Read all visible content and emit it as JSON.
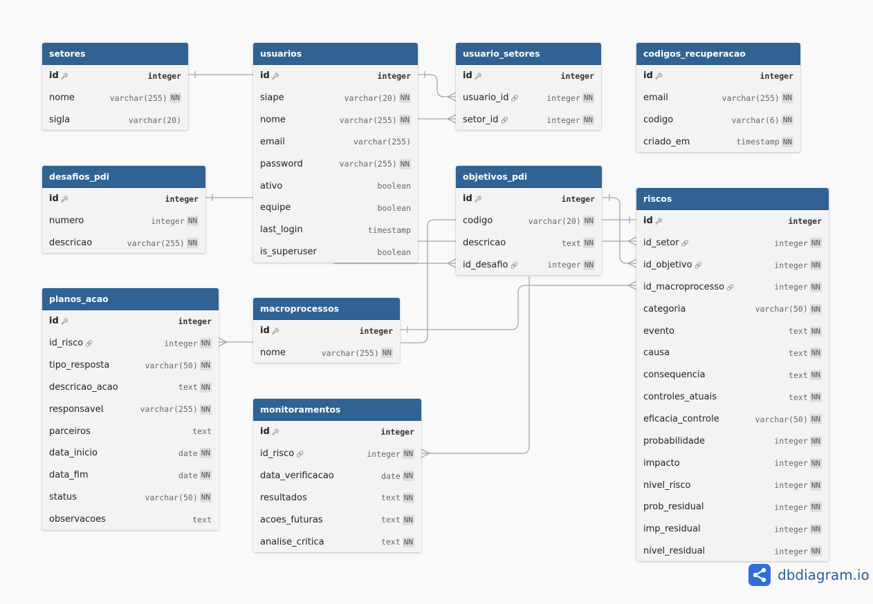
{
  "tables": {
    "setores": {
      "name": "setores",
      "columns": [
        {
          "name": "id",
          "type": "integer",
          "pk": true
        },
        {
          "name": "nome",
          "type": "varchar(255)",
          "nn": true
        },
        {
          "name": "sigla",
          "type": "varchar(20)"
        }
      ]
    },
    "usuarios": {
      "name": "usuarios",
      "columns": [
        {
          "name": "id",
          "type": "integer",
          "pk": true
        },
        {
          "name": "siape",
          "type": "varchar(20)",
          "nn": true
        },
        {
          "name": "nome",
          "type": "varchar(255)",
          "nn": true
        },
        {
          "name": "email",
          "type": "varchar(255)"
        },
        {
          "name": "password",
          "type": "varchar(255)",
          "nn": true
        },
        {
          "name": "ativo",
          "type": "boolean"
        },
        {
          "name": "equipe",
          "type": "boolean"
        },
        {
          "name": "last_login",
          "type": "timestamp"
        },
        {
          "name": "is_superuser",
          "type": "boolean"
        }
      ]
    },
    "usuario_setores": {
      "name": "usuario_setores",
      "columns": [
        {
          "name": "id",
          "type": "integer",
          "pk": true
        },
        {
          "name": "usuario_id",
          "type": "integer",
          "nn": true,
          "fk": true
        },
        {
          "name": "setor_id",
          "type": "integer",
          "nn": true,
          "fk": true
        }
      ]
    },
    "codigos_recuperacao": {
      "name": "codigos_recuperacao",
      "columns": [
        {
          "name": "id",
          "type": "integer",
          "pk": true
        },
        {
          "name": "email",
          "type": "varchar(255)",
          "nn": true
        },
        {
          "name": "codigo",
          "type": "varchar(6)",
          "nn": true
        },
        {
          "name": "criado_em",
          "type": "timestamp",
          "nn": true
        }
      ]
    },
    "desafios_pdi": {
      "name": "desafios_pdi",
      "columns": [
        {
          "name": "id",
          "type": "integer",
          "pk": true
        },
        {
          "name": "numero",
          "type": "integer",
          "nn": true
        },
        {
          "name": "descricao",
          "type": "varchar(255)",
          "nn": true
        }
      ]
    },
    "objetivos_pdi": {
      "name": "objetivos_pdi",
      "columns": [
        {
          "name": "id",
          "type": "integer",
          "pk": true
        },
        {
          "name": "codigo",
          "type": "varchar(20)",
          "nn": true
        },
        {
          "name": "descricao",
          "type": "text",
          "nn": true
        },
        {
          "name": "id_desafio",
          "type": "integer",
          "nn": true,
          "fk": true
        }
      ]
    },
    "riscos": {
      "name": "riscos",
      "columns": [
        {
          "name": "id",
          "type": "integer",
          "pk": true
        },
        {
          "name": "id_setor",
          "type": "integer",
          "nn": true,
          "fk": true
        },
        {
          "name": "id_objetivo",
          "type": "integer",
          "nn": true,
          "fk": true
        },
        {
          "name": "id_macroprocesso",
          "type": "integer",
          "nn": true,
          "fk": true
        },
        {
          "name": "categoria",
          "type": "varchar(50)",
          "nn": true
        },
        {
          "name": "evento",
          "type": "text",
          "nn": true
        },
        {
          "name": "causa",
          "type": "text",
          "nn": true
        },
        {
          "name": "consequencia",
          "type": "text",
          "nn": true
        },
        {
          "name": "controles_atuais",
          "type": "text",
          "nn": true
        },
        {
          "name": "eficacia_controle",
          "type": "varchar(50)",
          "nn": true
        },
        {
          "name": "probabilidade",
          "type": "integer",
          "nn": true
        },
        {
          "name": "impacto",
          "type": "integer",
          "nn": true
        },
        {
          "name": "nivel_risco",
          "type": "integer",
          "nn": true
        },
        {
          "name": "prob_residual",
          "type": "integer",
          "nn": true
        },
        {
          "name": "imp_residual",
          "type": "integer",
          "nn": true
        },
        {
          "name": "nivel_residual",
          "type": "integer",
          "nn": true
        }
      ]
    },
    "planos_acao": {
      "name": "planos_acao",
      "columns": [
        {
          "name": "id",
          "type": "integer",
          "pk": true
        },
        {
          "name": "id_risco",
          "type": "integer",
          "nn": true,
          "fk": true
        },
        {
          "name": "tipo_resposta",
          "type": "varchar(50)",
          "nn": true
        },
        {
          "name": "descricao_acao",
          "type": "text",
          "nn": true
        },
        {
          "name": "responsavel",
          "type": "varchar(255)",
          "nn": true
        },
        {
          "name": "parceiros",
          "type": "text"
        },
        {
          "name": "data_inicio",
          "type": "date",
          "nn": true
        },
        {
          "name": "data_fim",
          "type": "date",
          "nn": true
        },
        {
          "name": "status",
          "type": "varchar(50)",
          "nn": true
        },
        {
          "name": "observacoes",
          "type": "text"
        }
      ]
    },
    "macroprocessos": {
      "name": "macroprocessos",
      "columns": [
        {
          "name": "id",
          "type": "integer",
          "pk": true
        },
        {
          "name": "nome",
          "type": "varchar(255)",
          "nn": true
        }
      ]
    },
    "monitoramentos": {
      "name": "monitoramentos",
      "columns": [
        {
          "name": "id",
          "type": "integer",
          "pk": true
        },
        {
          "name": "id_risco",
          "type": "integer",
          "nn": true,
          "fk": true
        },
        {
          "name": "data_verificacao",
          "type": "date",
          "nn": true
        },
        {
          "name": "resultados",
          "type": "text",
          "nn": true
        },
        {
          "name": "acoes_futuras",
          "type": "text",
          "nn": true
        },
        {
          "name": "analise_critica",
          "type": "text",
          "nn": true
        }
      ]
    }
  },
  "nn_label": "NN",
  "pk_icon": "key-icon",
  "fk_icon": "link-icon",
  "colors": {
    "header": "#306394",
    "body": "#f3f3f4",
    "edge": "#a5a5a8",
    "brand": "#2f6fd7"
  },
  "brand": {
    "name": "dbdiagram.io",
    "icon": "dbdiagram-logo-icon"
  }
}
